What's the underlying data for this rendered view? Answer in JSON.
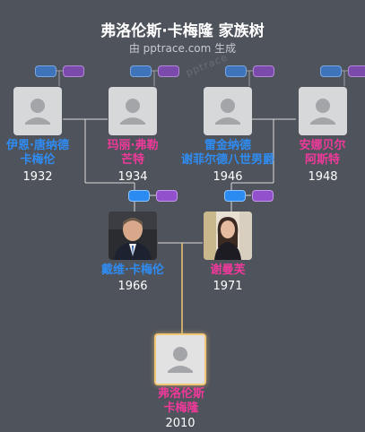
{
  "header": {
    "title": "弗洛伦斯·卡梅隆 家族树",
    "subtitle": "由 pptrace.com 生成",
    "watermark": "pptrace"
  },
  "people": {
    "p1": {
      "name_line1": "伊恩·唐纳德",
      "name_line2": "卡梅伦",
      "year": "1932",
      "gender": "male"
    },
    "p2": {
      "name_line1": "玛丽·弗勒",
      "name_line2": "芒特",
      "year": "1934",
      "gender": "female"
    },
    "p3": {
      "name_line1": "雷金纳德",
      "name_line2": "谢菲尔德八世男爵",
      "year": "1946",
      "gender": "male"
    },
    "p4": {
      "name_line1": "安娜贝尔",
      "name_line2": "阿斯特",
      "year": "1948",
      "gender": "female"
    },
    "p5": {
      "name_line1": "戴维·卡梅伦",
      "year": "1966",
      "gender": "male"
    },
    "p6": {
      "name_line1": "谢曼芙",
      "year": "1971",
      "gender": "female"
    },
    "p7": {
      "name_line1": "弗洛伦斯",
      "name_line2": "卡梅隆",
      "year": "2010",
      "gender": "female"
    }
  },
  "colors": {
    "background": "#4f535b",
    "male": "#2f8cf3",
    "female": "#f0399b",
    "connector": "#d9d9d9",
    "child_connector": "#f1c775"
  }
}
